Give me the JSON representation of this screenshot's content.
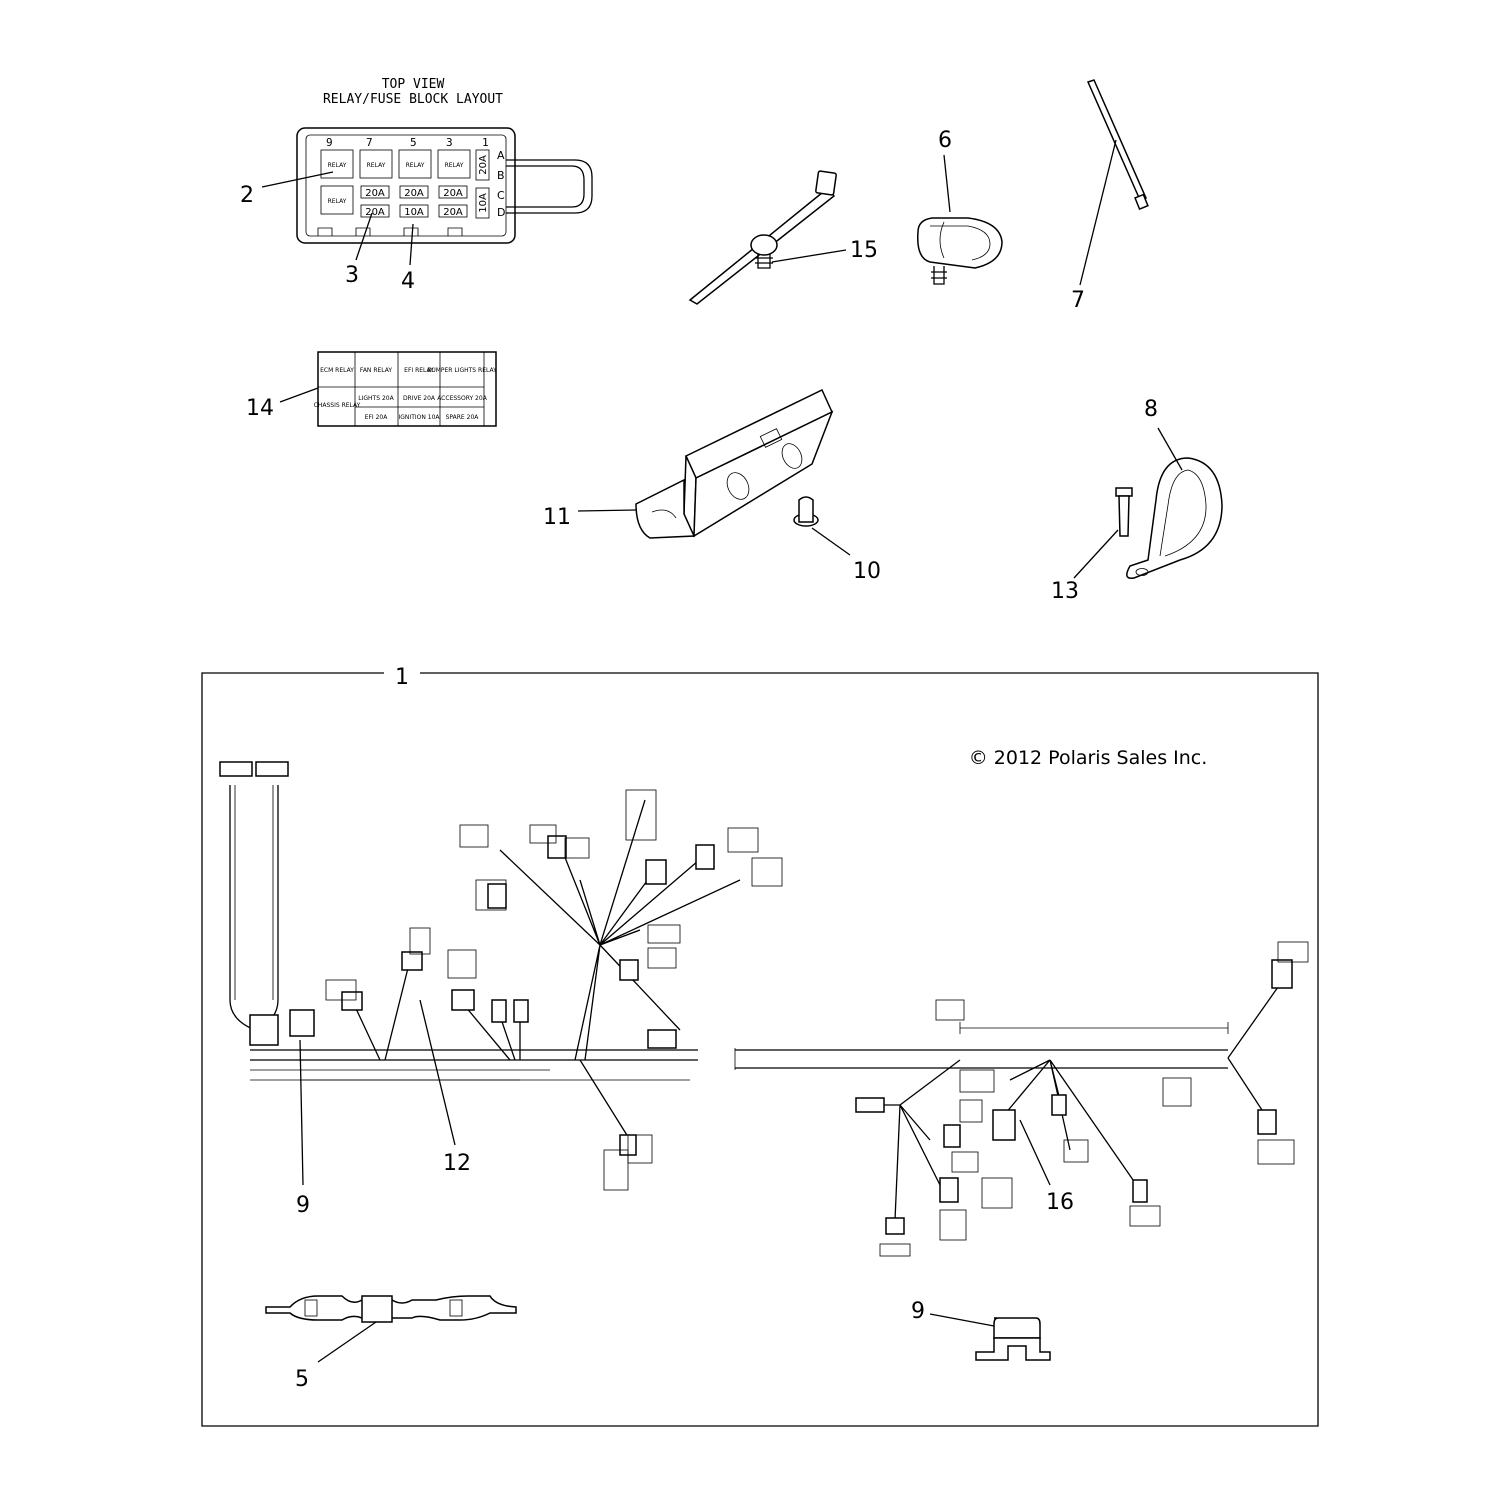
{
  "copyright": "© 2012 Polaris Sales Inc.",
  "fuse_block": {
    "title_line1": "TOP VIEW",
    "title_line2": "RELAY/FUSE BLOCK LAYOUT",
    "top_numbers": [
      "9",
      "7",
      "5",
      "3",
      "1"
    ],
    "row_letters": [
      "A",
      "B",
      "C",
      "D"
    ],
    "relay_label": "RELAY",
    "row1_fuses": [
      "20A",
      "20A",
      "20A"
    ],
    "row2_fuses": [
      "20A",
      "10A",
      "20A"
    ],
    "side_fuses": [
      "20A",
      "10A"
    ]
  },
  "label_14": {
    "r1c1": "ECM RELAY",
    "r1c2": "FAN RELAY",
    "r1c3": "EFI RELAY",
    "r1c4": "BUMPER LIGHTS RELAY",
    "r2c1": "CHASSIS RELAY",
    "r2c2a": "LIGHTS 20A",
    "r2c2b": "EFI 20A",
    "r2c3a": "DRIVE 20A",
    "r2c3b": "IGNITION 10A",
    "r2c4a": "ACCESSORY 20A",
    "r2c4b": "SPARE 20A"
  },
  "callouts": {
    "c1": "1",
    "c2": "2",
    "c3": "3",
    "c4": "4",
    "c5": "5",
    "c6": "6",
    "c7": "7",
    "c8": "8",
    "c9a": "9",
    "c9b": "9",
    "c10": "10",
    "c11": "11",
    "c12": "12",
    "c13": "13",
    "c14": "14",
    "c15": "15",
    "c16": "16"
  }
}
